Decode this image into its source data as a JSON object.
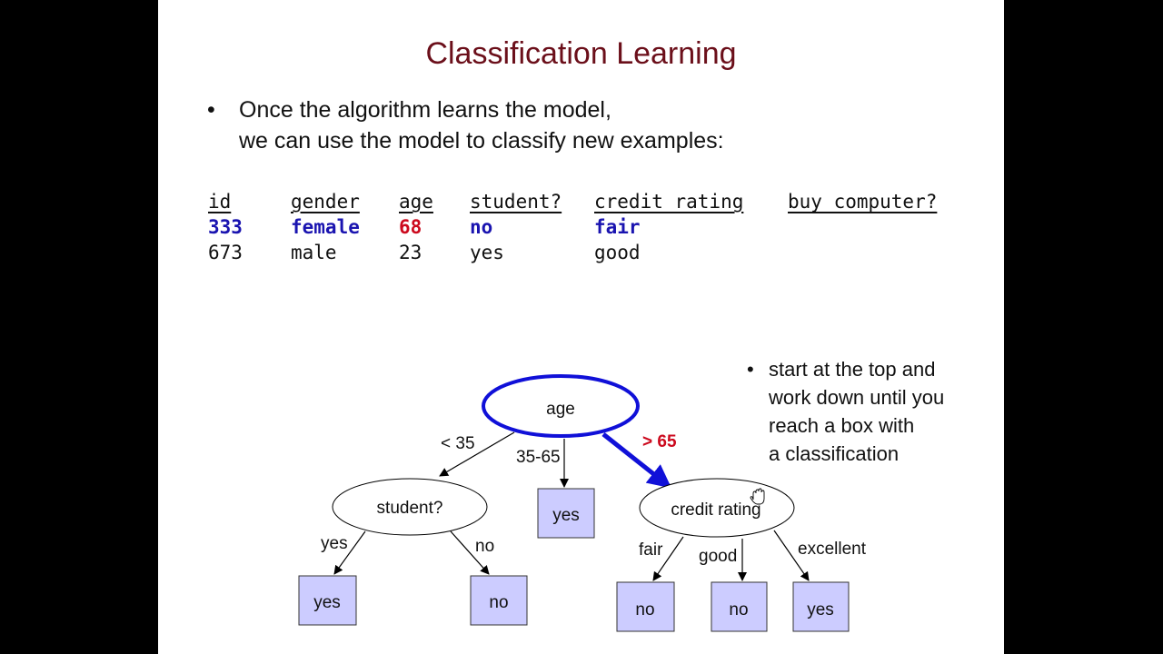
{
  "slide": {
    "title": "Classification Learning",
    "bullet_main": {
      "symbol": "•",
      "lines": [
        "Once the algorithm learns the model,",
        "we can use the model to classify new examples:"
      ]
    },
    "table": {
      "headers": [
        "id",
        "gender",
        "age",
        "student?",
        "credit rating",
        "buy computer?"
      ],
      "rows": [
        {
          "cells": [
            "333",
            "female",
            "68",
            "no",
            "fair",
            ""
          ],
          "highlighted": true
        },
        {
          "cells": [
            "673",
            "male",
            "23",
            "yes",
            "good",
            ""
          ],
          "highlighted": false
        }
      ],
      "colors": {
        "highlight": "#1a14b0",
        "age_highlight": "#cc0a1e",
        "normal": "#111111"
      }
    },
    "tree": {
      "root": {
        "label": "age"
      },
      "root_edges": [
        {
          "label": "< 35"
        },
        {
          "label": "35-65"
        },
        {
          "label": "> 65",
          "highlighted": true
        }
      ],
      "student_node": {
        "label": "student?"
      },
      "student_edges": [
        {
          "label": "yes"
        },
        {
          "label": "no"
        }
      ],
      "student_leaves": [
        {
          "label": "yes"
        },
        {
          "label": "no"
        }
      ],
      "middle_leaf": {
        "label": "yes"
      },
      "credit_node": {
        "label": "credit rating"
      },
      "credit_edges": [
        {
          "label": "fair"
        },
        {
          "label": "good"
        },
        {
          "label": "excellent"
        }
      ],
      "credit_leaves": [
        {
          "label": "no"
        },
        {
          "label": "no"
        },
        {
          "label": "yes"
        }
      ],
      "colors": {
        "path": "#1010d8",
        "path_label": "#cc0a1e",
        "leaf_fill": "#ccccff",
        "stroke": "#000000"
      }
    },
    "side_bullet": {
      "symbol": "•",
      "lines": [
        "start at the top and",
        "work down until you",
        "reach a box with",
        "a classification"
      ]
    },
    "cursor": {
      "icon": "hand-cursor-icon"
    }
  }
}
